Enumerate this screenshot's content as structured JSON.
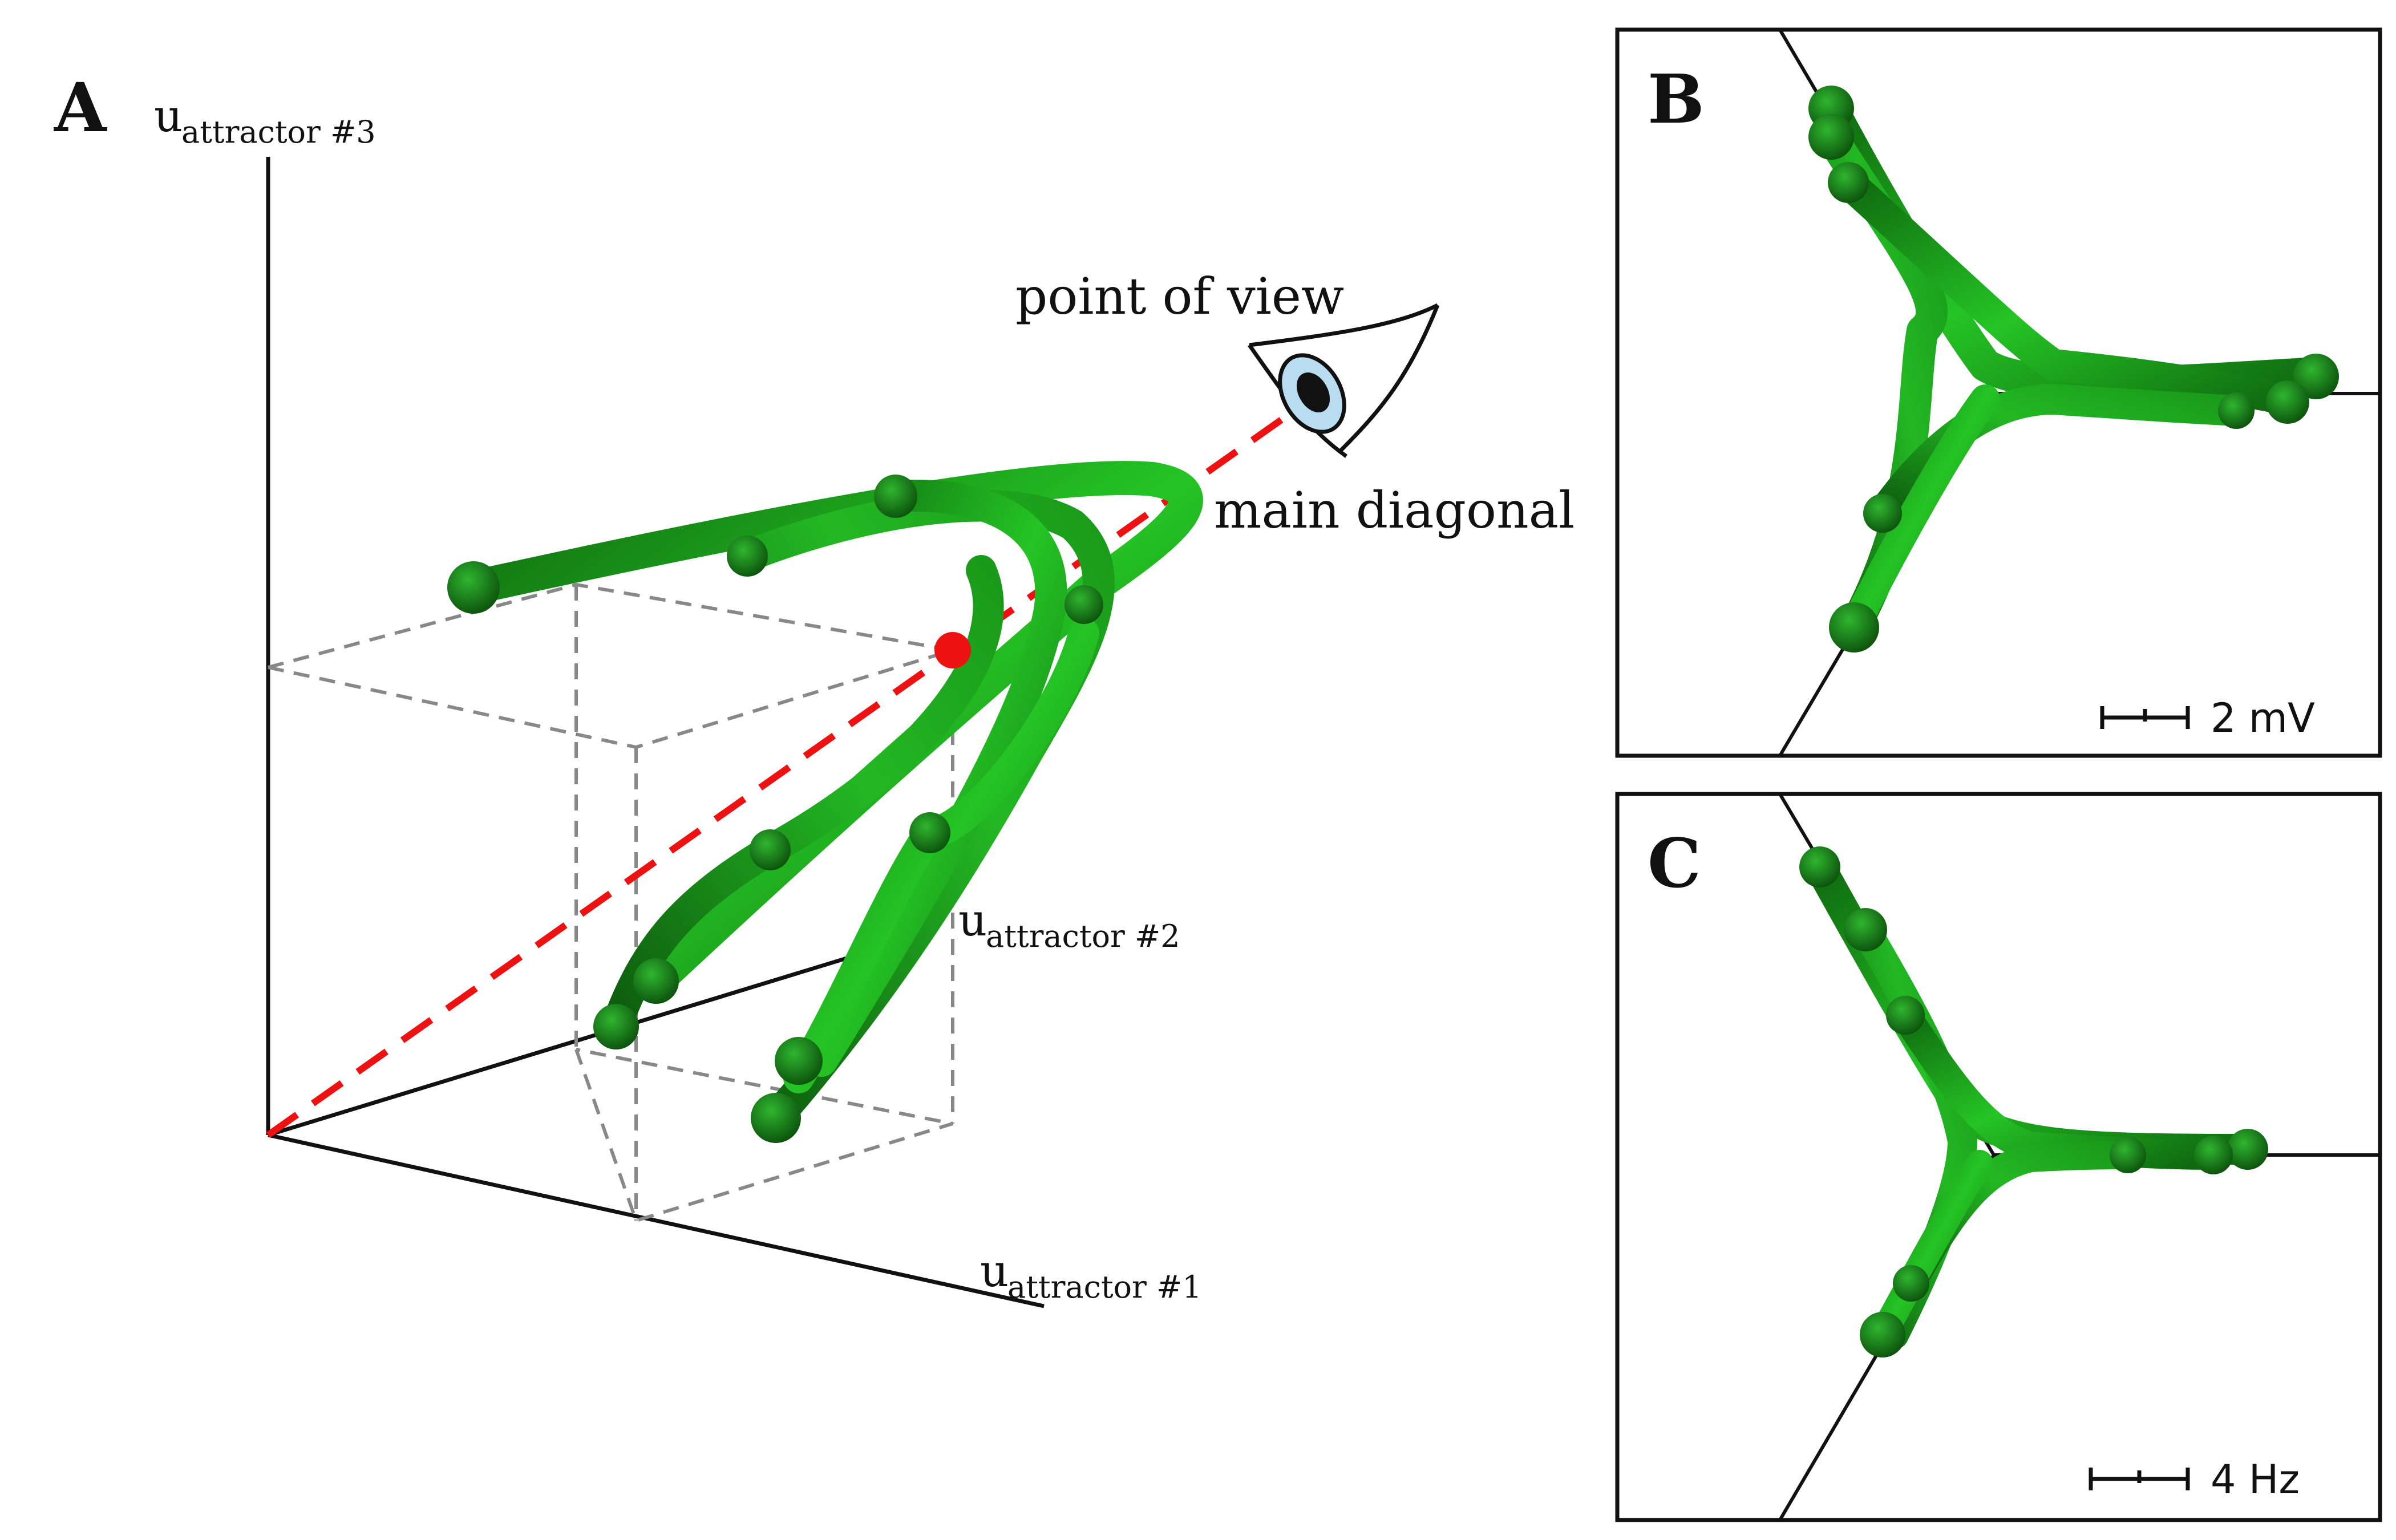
{
  "panels": {
    "a": {
      "letter": "A"
    },
    "b": {
      "letter": "B",
      "scale_label": "2 mV"
    },
    "c": {
      "letter": "C",
      "scale_label": "4 Hz"
    }
  },
  "axes": {
    "x": {
      "main": "u",
      "sub": "attractor #1"
    },
    "y": {
      "main": "u",
      "sub": "attractor #2"
    },
    "z": {
      "main": "u",
      "sub": "attractor #3"
    }
  },
  "annotations": {
    "point_of_view": "point of view",
    "main_diagonal": "main diagonal"
  },
  "colors": {
    "trajectory_light": "#22c122",
    "trajectory_dark": "#0d5e0d",
    "diagonal": "#ee1111",
    "box": "#888888",
    "eye_iris": "#b9dcf0"
  }
}
